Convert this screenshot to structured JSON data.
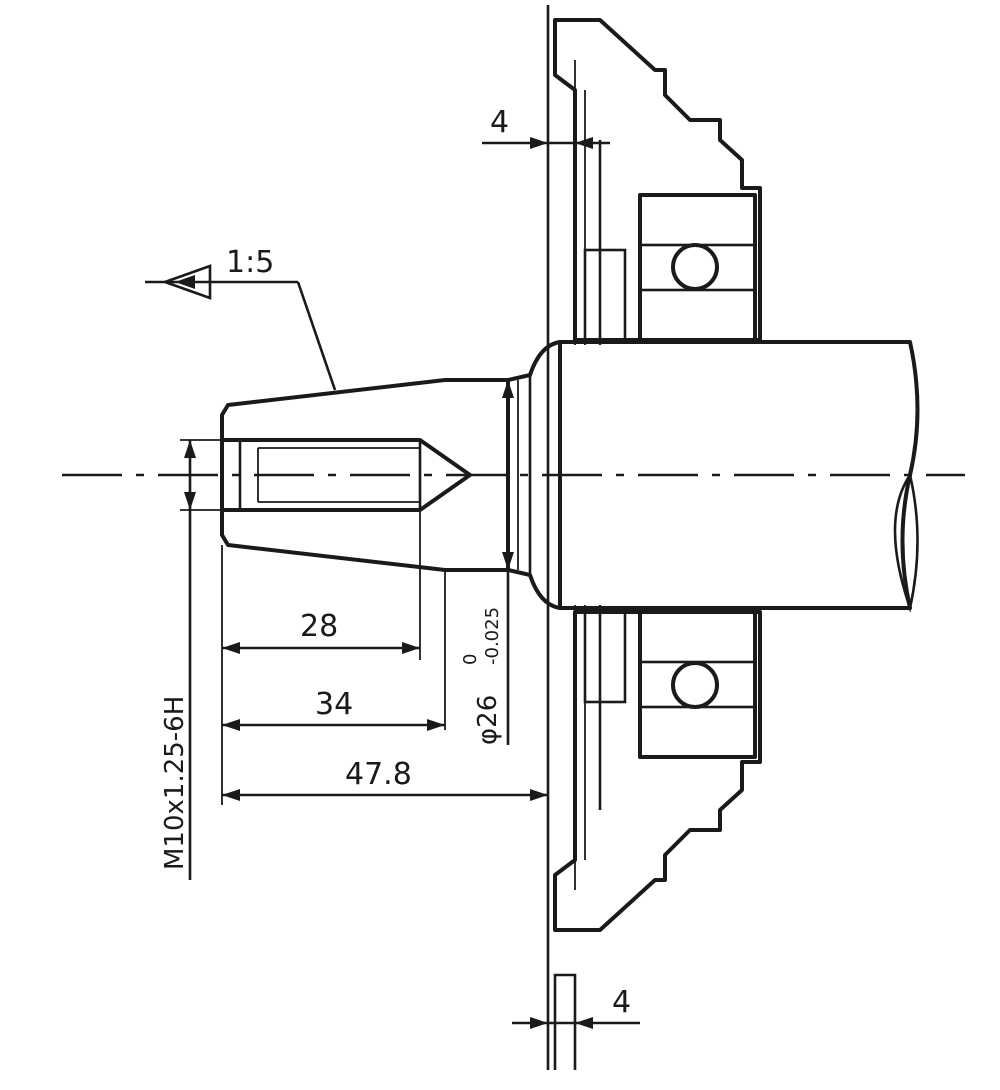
{
  "drawing": {
    "dimensions": {
      "taper": "1:5",
      "length_28": "28",
      "length_34": "34",
      "length_47_8": "47.8",
      "thread": "M10x1.25-6H",
      "diameter_main": "φ26",
      "diameter_upper_tol": "0",
      "diameter_lower_tol": "-0.025",
      "gap_top": "4",
      "gap_bottom": "4"
    }
  }
}
